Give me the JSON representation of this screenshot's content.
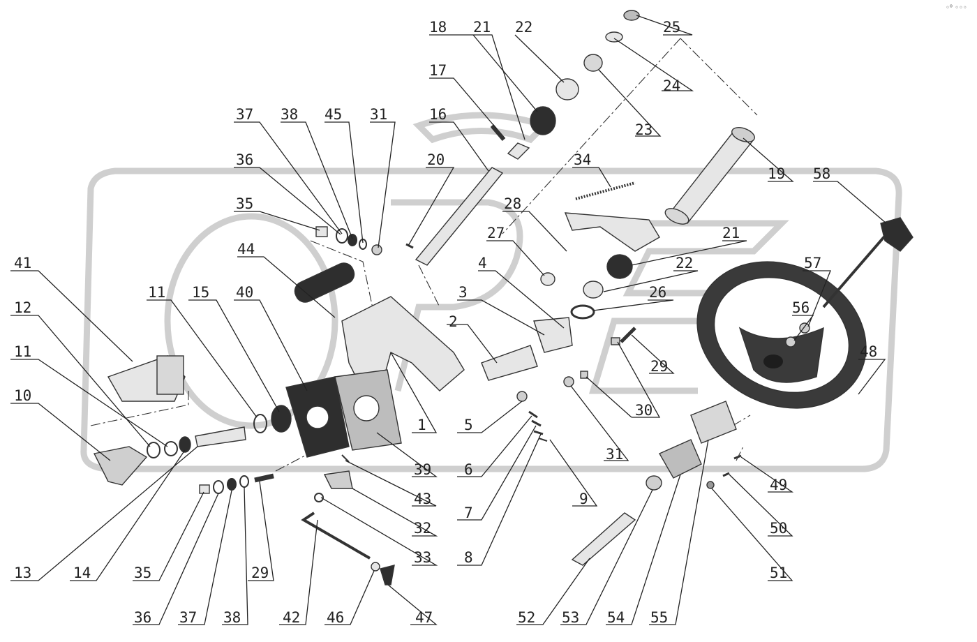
{
  "diagram": {
    "kind": "exploded parts diagram",
    "corner_mark": "◦⁰ ◦◦◦",
    "colors": {
      "line": "#222222",
      "part_fill": "#e6e6e6",
      "part_dark": "#3a3a3a",
      "watermark": "#cfcfcf"
    },
    "callouts": [
      {
        "id": "c18a",
        "text": "18"
      },
      {
        "id": "c21a",
        "text": "21"
      },
      {
        "id": "c22a",
        "text": "22"
      },
      {
        "id": "c25",
        "text": "25"
      },
      {
        "id": "c17",
        "text": "17"
      },
      {
        "id": "c24",
        "text": "24"
      },
      {
        "id": "c37a",
        "text": "37"
      },
      {
        "id": "c38a",
        "text": "38"
      },
      {
        "id": "c45",
        "text": "45"
      },
      {
        "id": "c31a",
        "text": "31"
      },
      {
        "id": "c16",
        "text": "16"
      },
      {
        "id": "c23",
        "text": "23"
      },
      {
        "id": "c36a",
        "text": "36"
      },
      {
        "id": "c20",
        "text": "20"
      },
      {
        "id": "c34",
        "text": "34"
      },
      {
        "id": "c19",
        "text": "19"
      },
      {
        "id": "c58",
        "text": "58"
      },
      {
        "id": "c35a",
        "text": "35"
      },
      {
        "id": "c28",
        "text": "28"
      },
      {
        "id": "c44",
        "text": "44"
      },
      {
        "id": "c27",
        "text": "27"
      },
      {
        "id": "c21b",
        "text": "21"
      },
      {
        "id": "c41",
        "text": "41"
      },
      {
        "id": "c4",
        "text": "4"
      },
      {
        "id": "c22b",
        "text": "22"
      },
      {
        "id": "c57",
        "text": "57"
      },
      {
        "id": "c11a",
        "text": "11"
      },
      {
        "id": "c15",
        "text": "15"
      },
      {
        "id": "c40",
        "text": "40"
      },
      {
        "id": "c3",
        "text": "3"
      },
      {
        "id": "c26",
        "text": "26"
      },
      {
        "id": "c12",
        "text": "12"
      },
      {
        "id": "c56",
        "text": "56"
      },
      {
        "id": "c2",
        "text": "2"
      },
      {
        "id": "c11b",
        "text": "11"
      },
      {
        "id": "c29a",
        "text": "29"
      },
      {
        "id": "c48",
        "text": "48"
      },
      {
        "id": "c10",
        "text": "10"
      },
      {
        "id": "c30",
        "text": "30"
      },
      {
        "id": "c1",
        "text": "1"
      },
      {
        "id": "c5",
        "text": "5"
      },
      {
        "id": "c31b",
        "text": "31"
      },
      {
        "id": "c39",
        "text": "39"
      },
      {
        "id": "c6",
        "text": "6"
      },
      {
        "id": "c49",
        "text": "49"
      },
      {
        "id": "c43",
        "text": "43"
      },
      {
        "id": "c7",
        "text": "7"
      },
      {
        "id": "c9",
        "text": "9"
      },
      {
        "id": "c32",
        "text": "32"
      },
      {
        "id": "c50",
        "text": "50"
      },
      {
        "id": "c33",
        "text": "33"
      },
      {
        "id": "c8",
        "text": "8"
      },
      {
        "id": "c13",
        "text": "13"
      },
      {
        "id": "c14",
        "text": "14"
      },
      {
        "id": "c35b",
        "text": "35"
      },
      {
        "id": "c29b",
        "text": "29"
      },
      {
        "id": "c51",
        "text": "51"
      },
      {
        "id": "c36b",
        "text": "36"
      },
      {
        "id": "c37b",
        "text": "37"
      },
      {
        "id": "c38b",
        "text": "38"
      },
      {
        "id": "c42",
        "text": "42"
      },
      {
        "id": "c46",
        "text": "46"
      },
      {
        "id": "c47",
        "text": "47"
      },
      {
        "id": "c52",
        "text": "52"
      },
      {
        "id": "c53",
        "text": "53"
      },
      {
        "id": "c54",
        "text": "54"
      },
      {
        "id": "c55",
        "text": "55"
      }
    ]
  }
}
